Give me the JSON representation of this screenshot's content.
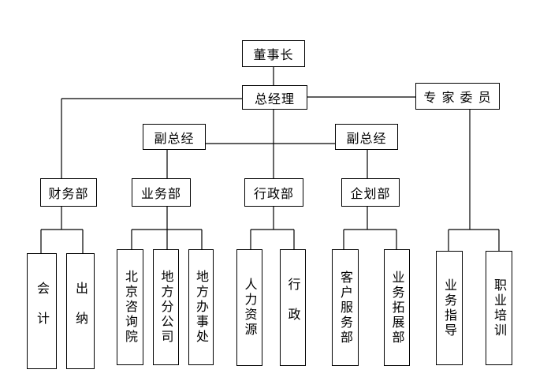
{
  "nodes": {
    "chairman": "董事长",
    "general_manager": "总经理",
    "expert_committee": "专 家 委 员",
    "deputy_gm_left": "副总经",
    "deputy_gm_right": "副总经",
    "finance_dept": "财务部",
    "business_dept": "业务部",
    "admin_dept": "行政部",
    "planning_dept": "企划部",
    "accounting": "会计",
    "cashier": "出纳",
    "beijing_consulting": "北京咨询院",
    "local_branch": "地方分公司",
    "local_office": "地方办事处",
    "human_resources": "人力资源",
    "administration": "行政",
    "customer_service": "客户服务部",
    "business_expansion": "业务拓展部",
    "business_guidance": "业务指导",
    "vocational_training": "职业培训"
  }
}
